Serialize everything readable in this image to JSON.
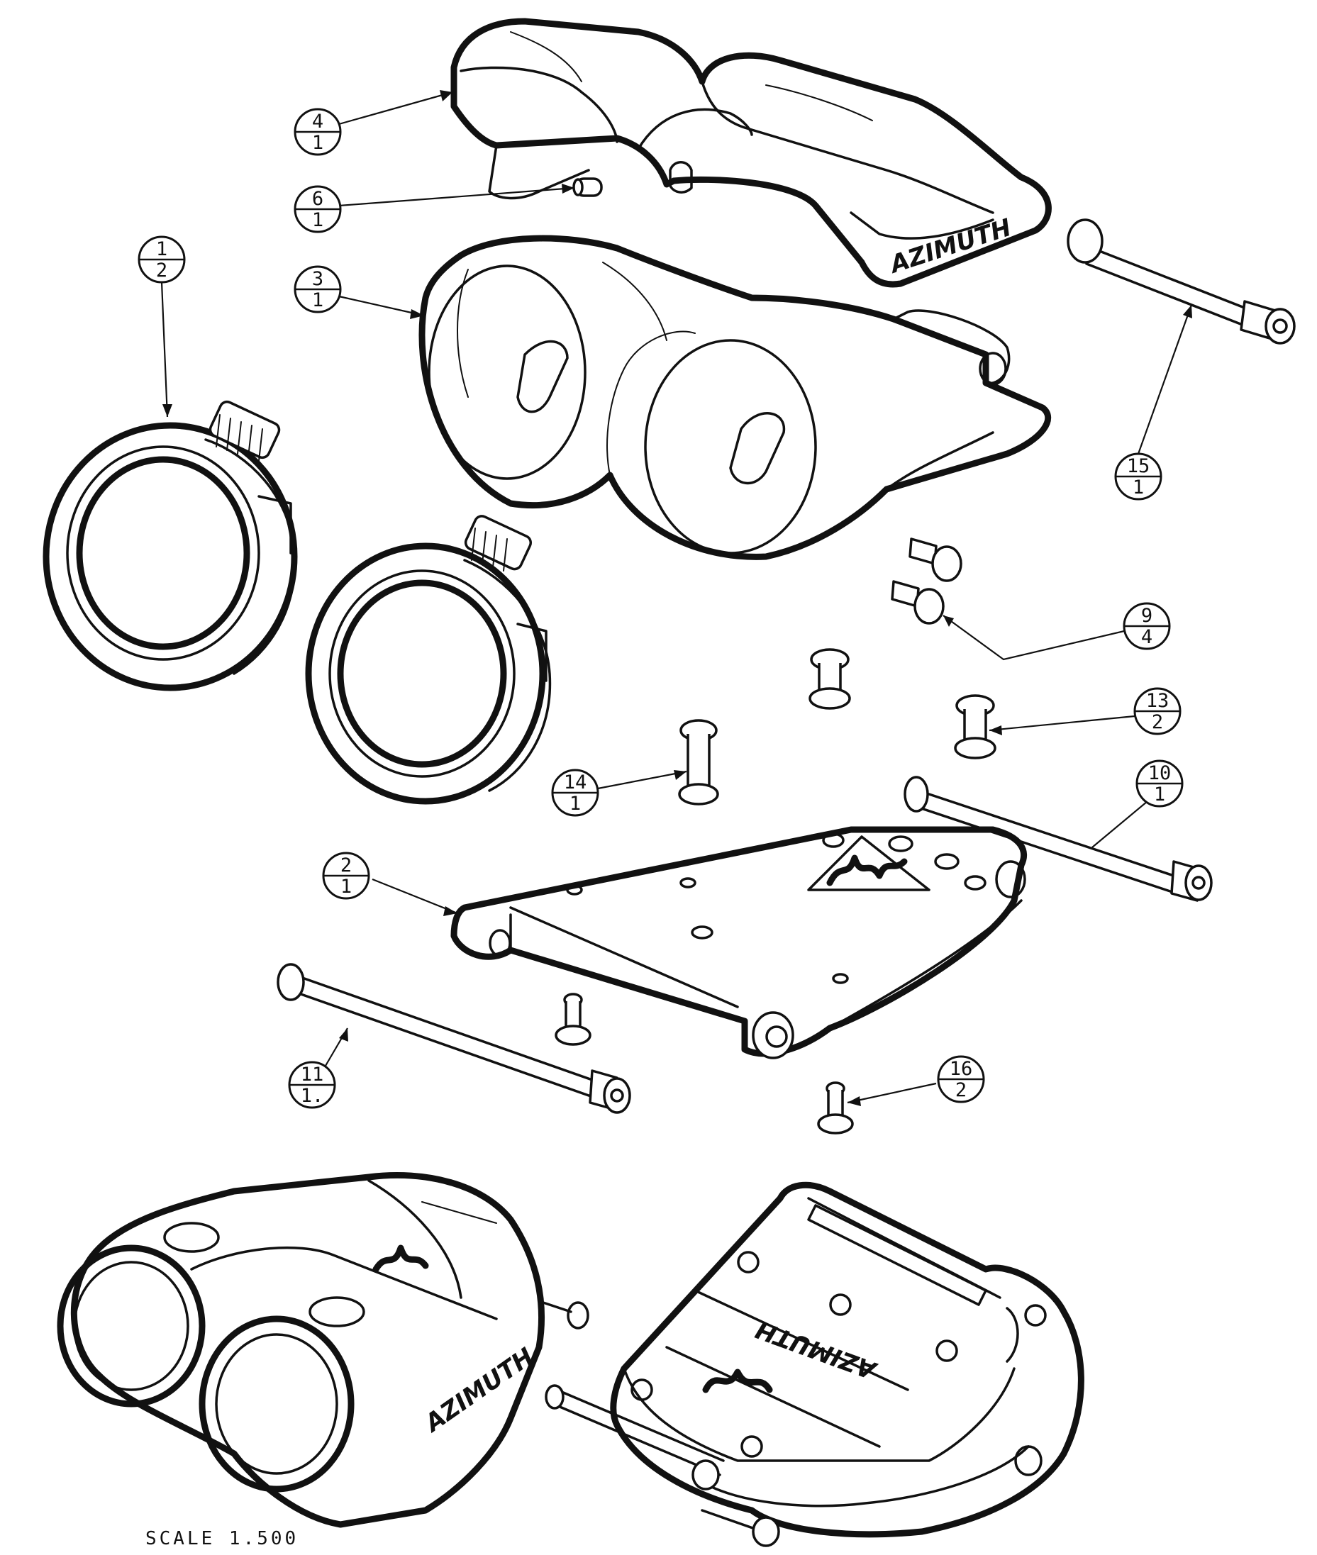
{
  "scale_note": "SCALE  1.500",
  "brand_logo": "AZIMUTH",
  "balloons": [
    {
      "name": "balloon-4",
      "top": "4",
      "bottom": "1"
    },
    {
      "name": "balloon-6",
      "top": "6",
      "bottom": "1"
    },
    {
      "name": "balloon-1",
      "top": "1",
      "bottom": "2"
    },
    {
      "name": "balloon-3",
      "top": "3",
      "bottom": "1"
    },
    {
      "name": "balloon-15",
      "top": "15",
      "bottom": "1"
    },
    {
      "name": "balloon-9",
      "top": "9",
      "bottom": "4"
    },
    {
      "name": "balloon-13",
      "top": "13",
      "bottom": "2"
    },
    {
      "name": "balloon-10",
      "top": "10",
      "bottom": "1"
    },
    {
      "name": "balloon-14",
      "top": "14",
      "bottom": "1"
    },
    {
      "name": "balloon-2",
      "top": "2",
      "bottom": "1"
    },
    {
      "name": "balloon-11",
      "top": "11",
      "bottom": "1."
    },
    {
      "name": "balloon-16",
      "top": "16",
      "bottom": "2"
    }
  ],
  "colors": {
    "ink": "#111111",
    "paper": "#ffffff"
  }
}
